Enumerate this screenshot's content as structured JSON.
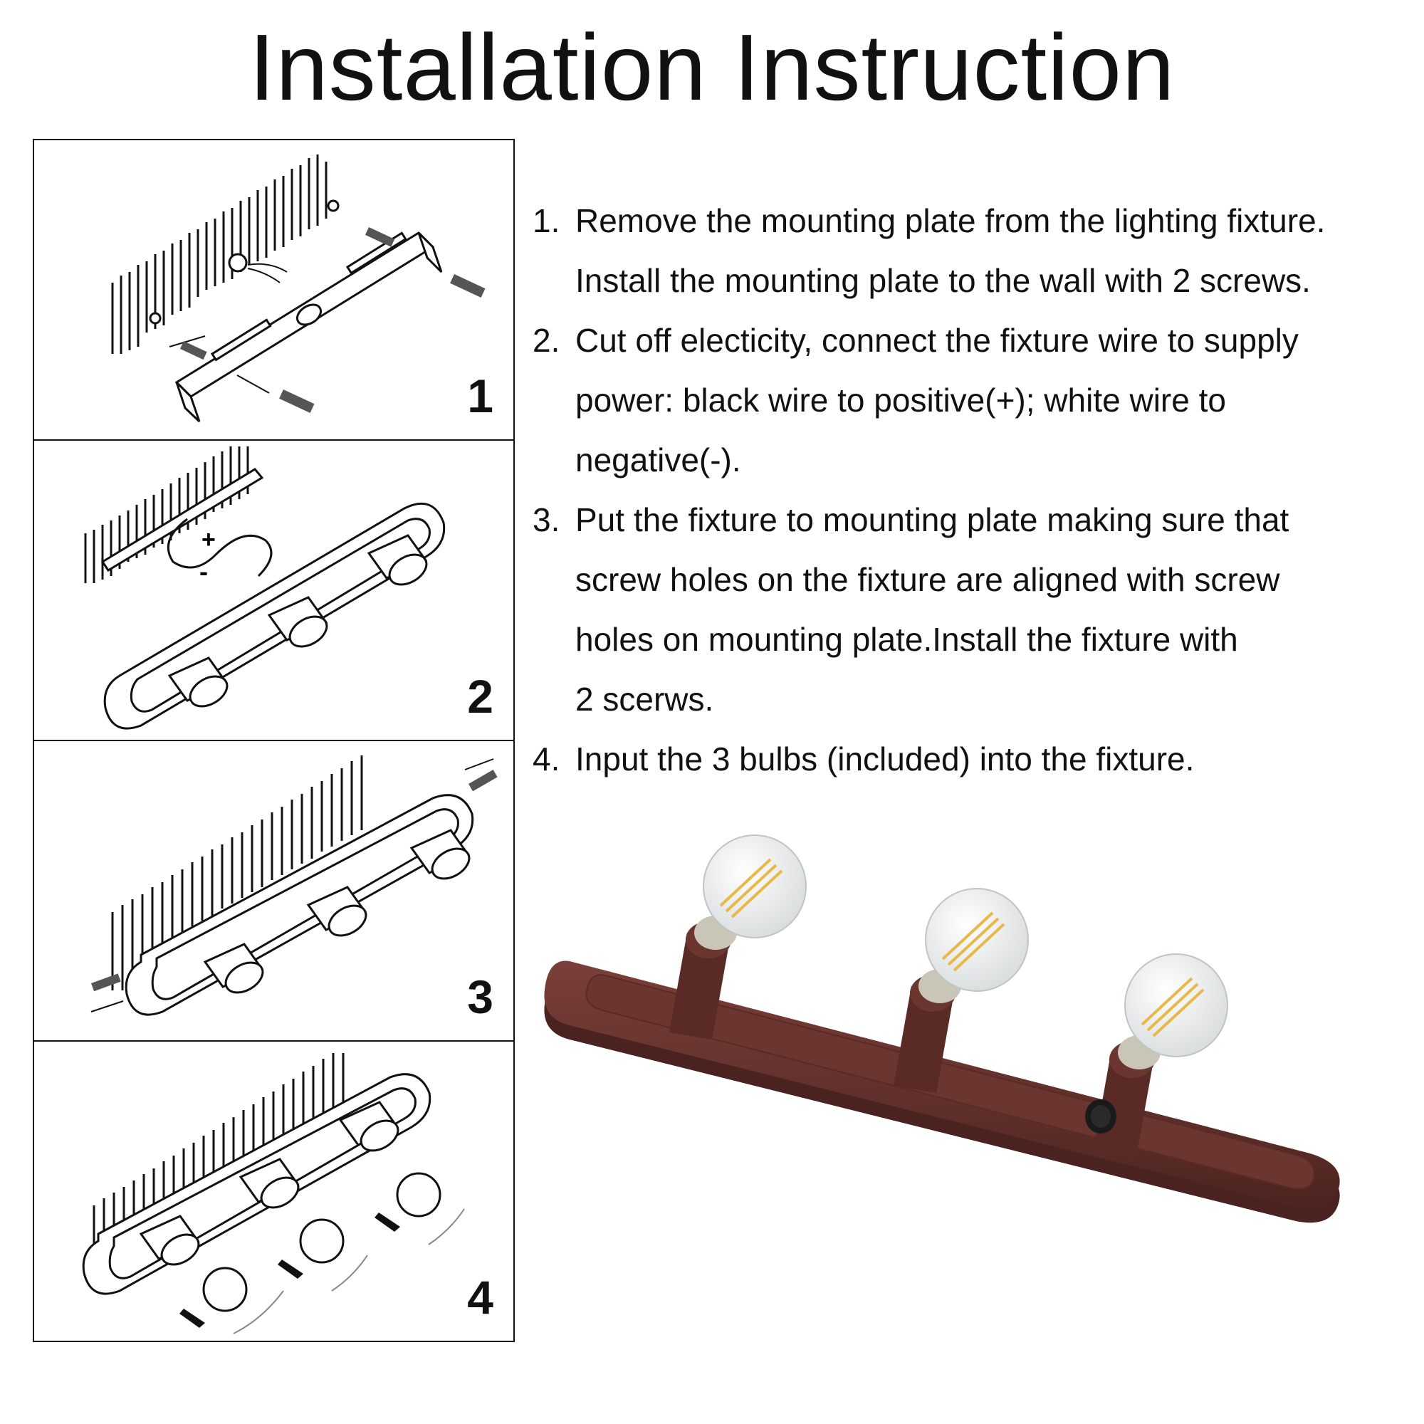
{
  "page": {
    "title": "Installation Instruction"
  },
  "panels": [
    {
      "number": "1"
    },
    {
      "number": "2",
      "plus_label": "+",
      "minus_label": "-"
    },
    {
      "number": "3"
    },
    {
      "number": "4"
    }
  ],
  "steps": [
    {
      "number": "1.",
      "lines": [
        "Remove the mounting plate from the lighting fixture.",
        "Install the mounting plate to the wall with 2 screws."
      ]
    },
    {
      "number": "2.",
      "lines": [
        "Cut off electicity, connect the fixture wire to supply",
        "power: black wire to positive(+); white wire to",
        "negative(-)."
      ]
    },
    {
      "number": "3.",
      "lines": [
        "Put the fixture to mounting plate making sure that",
        "screw holes on the fixture are aligned with screw",
        "holes on mounting plate.Install the fixture with",
        "2 scerws."
      ]
    },
    {
      "number": "4.",
      "lines": [
        "Input the 3 bulbs (included) into the fixture."
      ]
    }
  ],
  "colors": {
    "fixture": "#6b3530",
    "fixture_dark": "#4a2220",
    "bulb_glass": "#f2f4f4",
    "filament": "#e8b84a"
  }
}
